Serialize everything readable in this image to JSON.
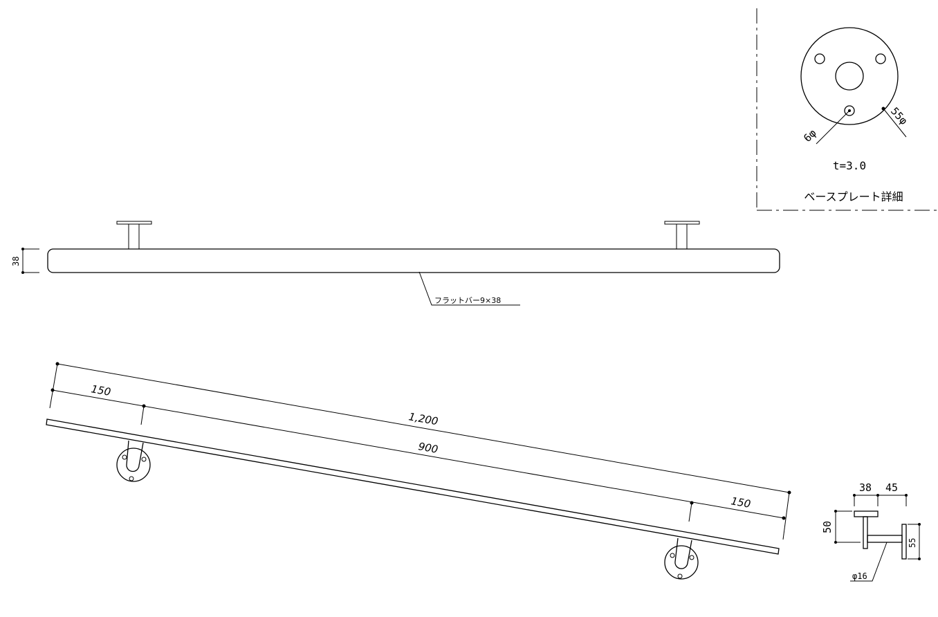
{
  "base_plate_detail": {
    "title": "ベースプレート詳細",
    "thickness": "t=3.0",
    "hole_diameter": "6φ",
    "plate_diameter": "55φ"
  },
  "front_view": {
    "height_dim": "38",
    "material_label": "フラットバー9×38"
  },
  "slope_view": {
    "overall_length": "1,200",
    "bracket_spacing": "900",
    "left_offset": "150",
    "right_offset": "150"
  },
  "side_section": {
    "width_dim": "38",
    "projection_dim": "45",
    "height_dim": "50",
    "plate_dim": "55",
    "rod_diameter": "φ16"
  }
}
